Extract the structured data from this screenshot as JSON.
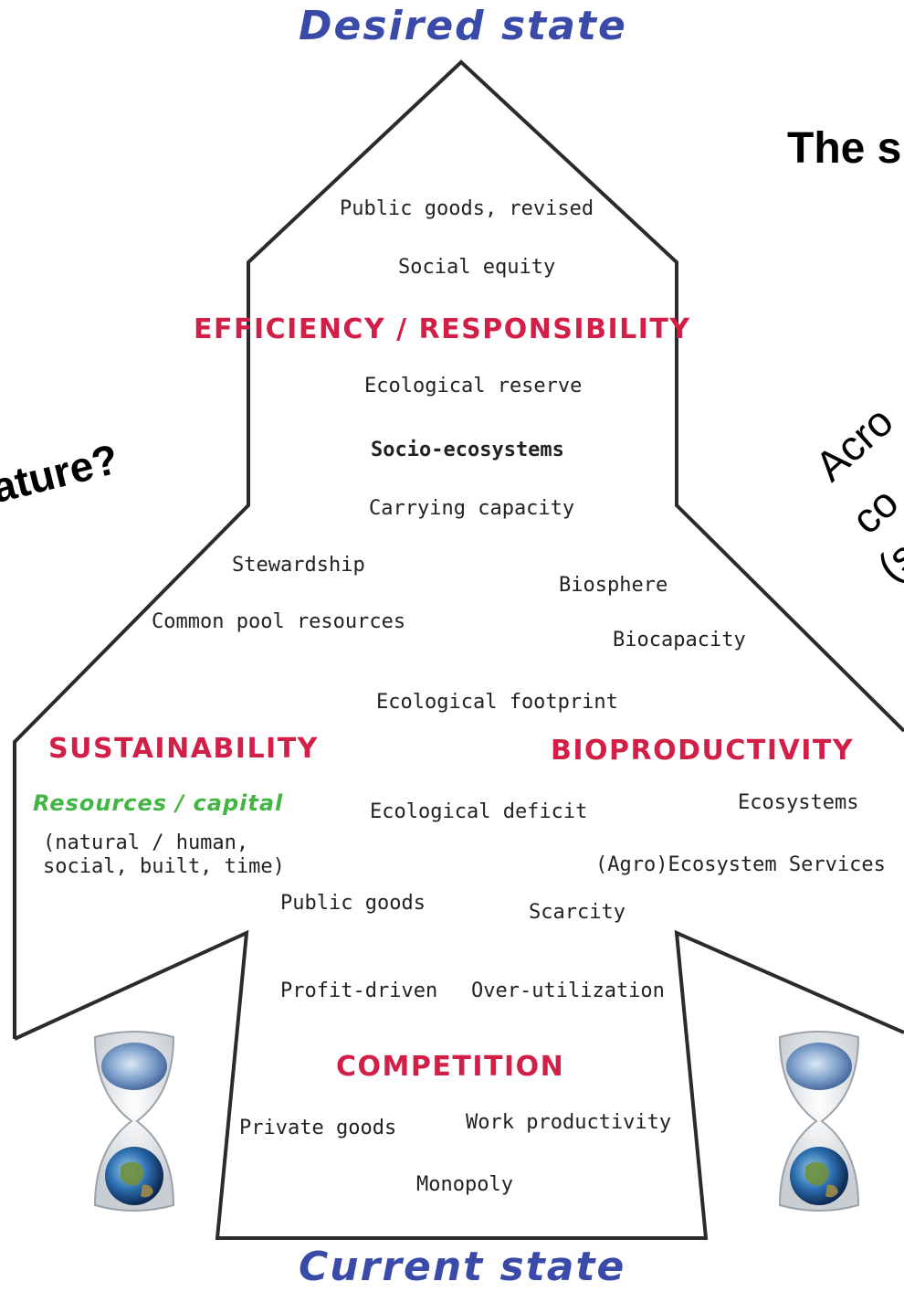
{
  "diagram": {
    "top_label": "Desired state",
    "bottom_label": "Current state",
    "side_heading": "The s",
    "side_question": "ature?",
    "side_rotated_lines": [
      "Acro",
      "co",
      "(s"
    ],
    "concepts": {
      "public_goods_revised": "Public goods, revised",
      "social_equity": "Social equity",
      "ecological_reserve": "Ecological reserve",
      "socio_ecosystems": "Socio-ecosystems",
      "carrying_capacity": "Carrying capacity",
      "stewardship": "Stewardship",
      "biosphere": "Biosphere",
      "common_pool_resources": "Common pool resources",
      "biocapacity": "Biocapacity",
      "ecological_footprint": "Ecological footprint",
      "ecological_deficit": "Ecological deficit",
      "ecosystems": "Ecosystems",
      "resources_detail": "(natural / human,\nsocial, built, time)",
      "agro_ecosystem_services": "(Agro)Ecosystem Services",
      "public_goods": "Public goods",
      "scarcity": "Scarcity",
      "profit_driven": "Profit-driven",
      "over_utilization": "Over-utilization",
      "private_goods": "Private goods",
      "work_productivity": "Work productivity",
      "monopoly": "Monopoly"
    },
    "headings": {
      "efficiency": "EFFICIENCY / RESPONSIBILITY",
      "sustainability": "SUSTAINABILITY",
      "bioproductivity": "BIOPRODUCTIVITY",
      "competition": "COMPETITION",
      "resources_capital": "Resources / capital"
    },
    "icons": [
      "hourglass-earth-icon",
      "hourglass-earth-icon"
    ],
    "colors": {
      "heading_red": "#d21f48",
      "state_blue": "#3a4aa8",
      "resources_green": "#43b545",
      "outline": "#2b2b2b"
    }
  }
}
